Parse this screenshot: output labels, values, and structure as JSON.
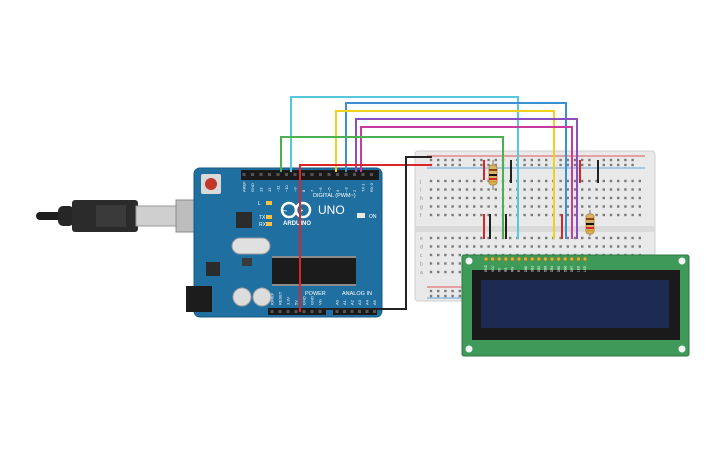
{
  "arduino": {
    "brand": "ARDUINO",
    "model": "UNO",
    "on_label": "ON",
    "digital_label": "DIGITAL (PWM~)",
    "power_label": "POWER",
    "analog_label": "ANALOG IN",
    "led_l": "L",
    "led_tx": "TX",
    "led_rx": "RX",
    "top_pin_labels": [
      "AREF",
      "GND",
      "13",
      "12",
      "~11",
      "~10",
      "~9",
      "8",
      "7",
      "~6",
      "~5",
      "4",
      "~3",
      "2",
      "TX 1",
      "RX 0"
    ],
    "power_pin_labels": [
      "IOREF",
      "RESET",
      "3.3V",
      "5V",
      "GND",
      "GND",
      "Vin"
    ],
    "analog_pin_labels": [
      "A0",
      "A1",
      "A2",
      "A3",
      "A4",
      "A5"
    ]
  },
  "breadboard": {
    "columns_shown": 30,
    "row_letters_left": [
      "j",
      "i",
      "h",
      "g",
      "f",
      "e",
      "d",
      "c",
      "b",
      "a"
    ]
  },
  "lcd": {
    "pin_labels": [
      "GND",
      "VCC",
      "V0",
      "RS",
      "RW",
      "E",
      "DB0",
      "DB1",
      "DB2",
      "DB3",
      "DB4",
      "DB5",
      "DB6",
      "DB7",
      "LED",
      "LED"
    ]
  },
  "colors": {
    "board": "#1f6fa1",
    "breadboard": "#e9e9e9",
    "lcd_pcb": "#3f9a5a",
    "lcd_screen": "#1d2a52",
    "wire_cyan": "#56c7dc",
    "wire_blue": "#3b8fd3",
    "wire_yellow": "#f0d21c",
    "wire_purple": "#8a4fbf",
    "wire_magenta": "#c83a9e",
    "wire_green": "#4caf50",
    "wire_red": "#d8262a",
    "wire_black": "#222222"
  }
}
